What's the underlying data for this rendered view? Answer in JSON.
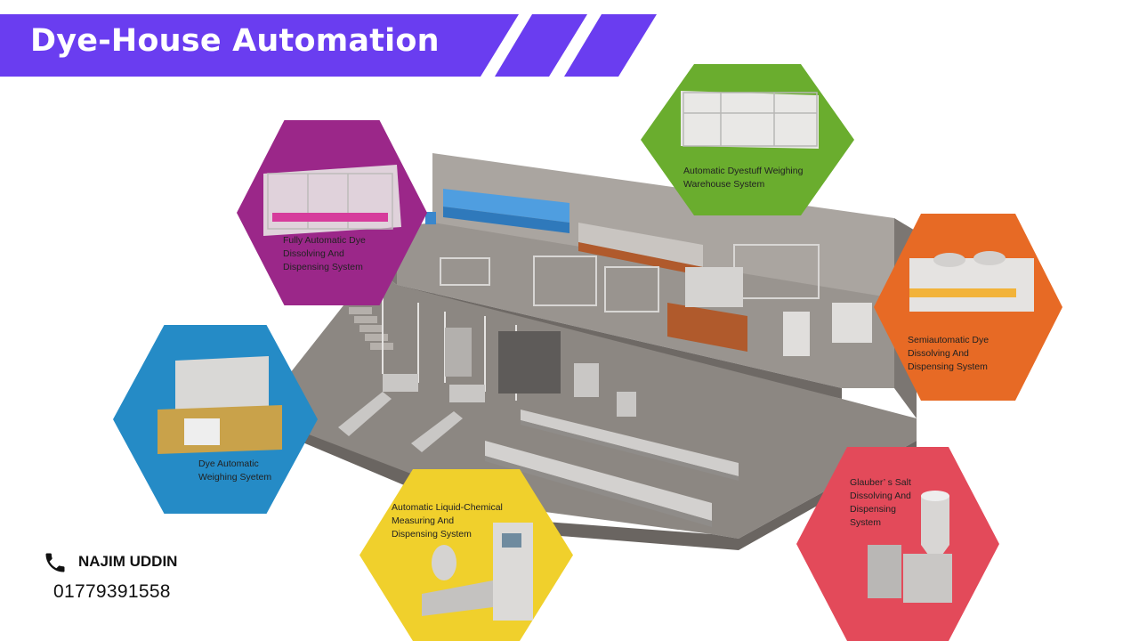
{
  "header": {
    "title": "Dye-House Automation"
  },
  "modules": [
    {
      "id": "purple",
      "color": "#9b2789",
      "lines": [
        "Fully Automatic Dye",
        "Dissolving And",
        "Dispensing System"
      ]
    },
    {
      "id": "green",
      "color": "#6aad2e",
      "lines": [
        "Automatic Dyestuff Weighing",
        "Warehouse System"
      ]
    },
    {
      "id": "orange",
      "color": "#e76a25",
      "lines": [
        "Semiautomatic Dye",
        "Dissolving And",
        "Dispensing System"
      ]
    },
    {
      "id": "blue",
      "color": "#258bc6",
      "lines": [
        "Dye Automatic",
        "Weighing Syetem"
      ]
    },
    {
      "id": "yellow",
      "color": "#f0d02c",
      "lines": [
        "Automatic Liquid-Chemical",
        "Measuring And",
        "Dispensing System"
      ]
    },
    {
      "id": "red",
      "color": "#e34a5a",
      "lines": [
        "Glauber’ s Salt",
        "Dissolving And",
        "Dispensing",
        "System"
      ]
    }
  ],
  "contact": {
    "icon": "phone-icon",
    "name": "NAJIM UDDIN",
    "phone": "01779391558"
  },
  "colors": {
    "banner": "#6a3df0",
    "floor": "#8d8884",
    "wall": "#a7a29d"
  }
}
